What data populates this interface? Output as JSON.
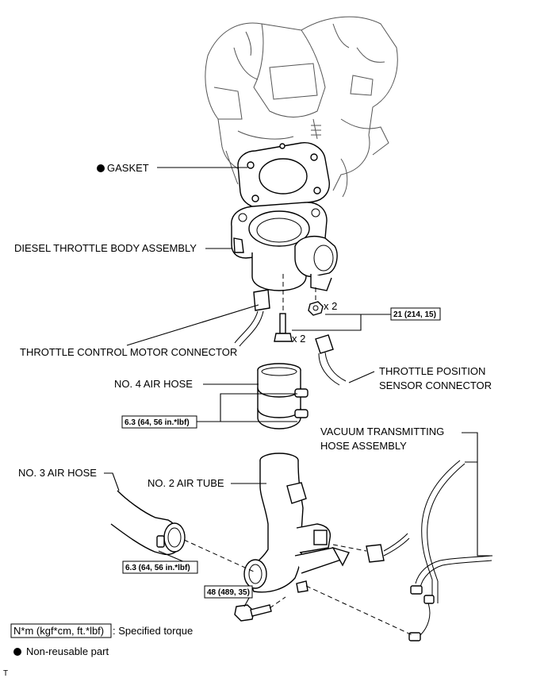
{
  "labels": {
    "gasket": "GASKET",
    "throttle_body": "DIESEL THROTTLE BODY ASSEMBLY",
    "motor_connector": "THROTTLE CONTROL MOTOR CONNECTOR",
    "position_sensor_line1": "THROTTLE POSITION",
    "position_sensor_line2": "SENSOR CONNECTOR",
    "air_hose_4": "NO. 4 AIR HOSE",
    "vacuum_line1": "VACUUM TRANSMITTING",
    "vacuum_line2": "HOSE ASSEMBLY",
    "air_hose_3": "NO. 3 AIR HOSE",
    "air_tube_2": "NO. 2 AIR TUBE",
    "qty_nut": "x 2",
    "qty_bolt": "x 2"
  },
  "torques": {
    "nut": "21 (214, 15)",
    "hose4_clamp": "6.3 (64, 56 in.*lbf)",
    "hose3_clamp": "6.3 (64, 56 in.*lbf)",
    "tube_bolt": "48 (489, 35)"
  },
  "legend": {
    "torque_unit": "N*m (kgf*cm, ft.*lbf)",
    "torque_desc": ": Specified torque",
    "nonreusable_desc": "Non-reusable part",
    "nonreusable_icon": "filled-circle-icon"
  },
  "corner_mark": "T"
}
